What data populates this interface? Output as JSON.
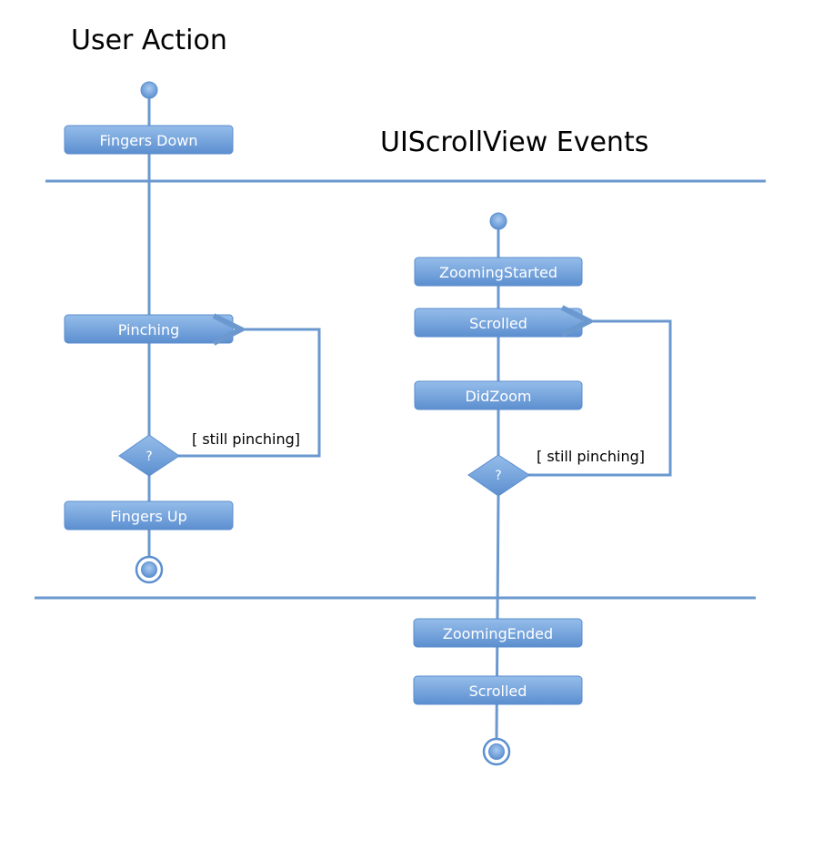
{
  "lanes": {
    "user_action_title": "User Action",
    "scrollview_events_title": "UIScrollView Events"
  },
  "user_action": {
    "fingers_down": "Fingers Down",
    "pinching": "Pinching",
    "decision": "?",
    "guard": "[ still pinching]",
    "fingers_up": "Fingers Up"
  },
  "scrollview": {
    "zooming_started": "ZoomingStarted",
    "scrolled_1": "Scrolled",
    "did_zoom": "DidZoom",
    "decision": "?",
    "guard": "[ still pinching]",
    "zooming_ended": "ZoomingEnded",
    "scrolled_2": "Scrolled"
  },
  "colors": {
    "node_fill_top": "#8db8e8",
    "node_fill_bottom": "#5b8fd0",
    "line": "#6a98cf",
    "divider": "#6a98cf"
  }
}
